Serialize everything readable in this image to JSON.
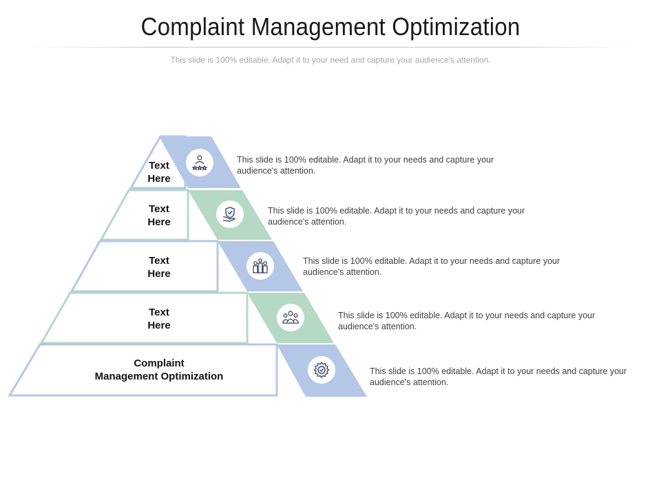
{
  "header": {
    "title": "Complaint Management Optimization",
    "subtitle": "This slide is 100% editable. Adapt it to your need and capture your audience's attention."
  },
  "colors": {
    "blue": "#b4c7e7",
    "green": "#b5d9c4",
    "outline_blue": "#b4c7e7",
    "outline_green": "#b5d9c4"
  },
  "tiers": [
    {
      "label": "Text\nHere",
      "icon": "customer-rating-icon",
      "accent": "blue",
      "description": "This slide is 100% editable. Adapt it to your needs and capture your audience's attention."
    },
    {
      "label": "Text\nHere",
      "icon": "hand-shield-icon",
      "accent": "green",
      "description": "This slide is 100% editable. Adapt it to your needs and capture your audience's attention."
    },
    {
      "label": "Text\nHere",
      "icon": "team-podium-icon",
      "accent": "blue",
      "description": "This slide is 100% editable. Adapt it to your needs and capture your audience's attention."
    },
    {
      "label": "Text\nHere",
      "icon": "team-group-icon",
      "accent": "green",
      "description": "This slide is 100% editable. Adapt it to your needs and capture your audience's attention."
    },
    {
      "label": "Complaint\nManagement Optimization",
      "icon": "gear-check-icon",
      "accent": "blue",
      "description": "This slide is 100% editable. Adapt it to your needs and capture your audience's attention."
    }
  ]
}
